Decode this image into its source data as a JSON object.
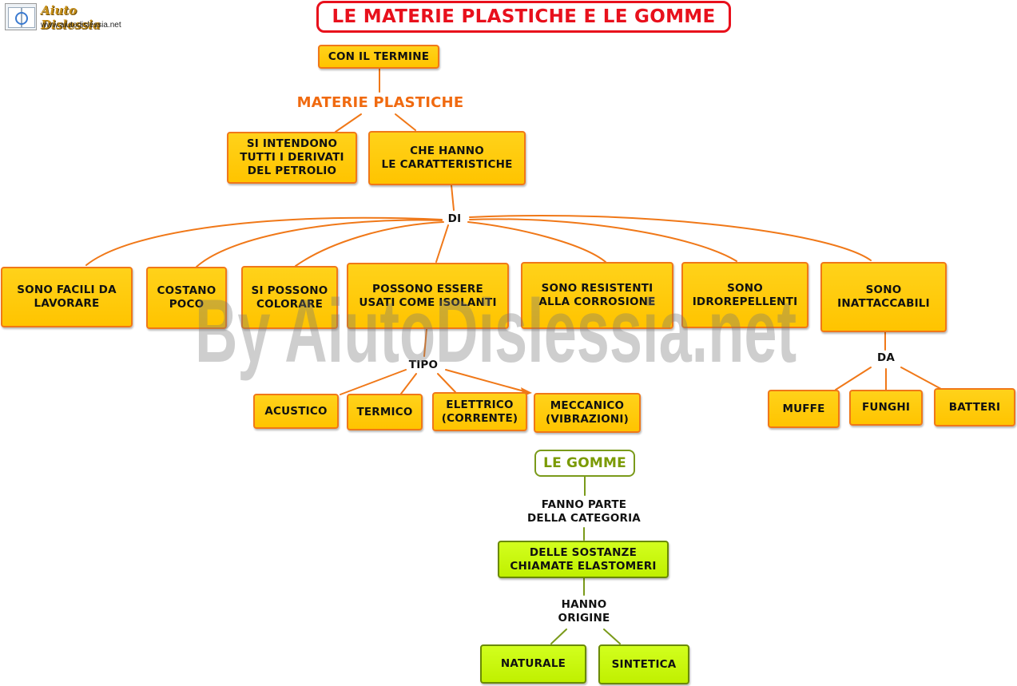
{
  "logo": {
    "name": "Aiuto Dislessia",
    "url": "www.aiutodislessia.net",
    "icon": "book-magnifier-icon"
  },
  "title": "LE MATERIE PLASTICHE E LE GOMME",
  "watermark": "By AiutoDislessia.net",
  "colors": {
    "title_red": "#e8101c",
    "box_orange_fill": "#ffc800",
    "box_orange_border": "#f07818",
    "link_orange": "#f07818",
    "heading_orange": "#f06a10",
    "box_green_fill": "#c8f800",
    "box_green_border": "#6a8a00",
    "link_green": "#7a9a1a"
  },
  "plastics": {
    "intro": "CON IL TERMINE",
    "heading": "MATERIE PLASTICHE",
    "definition": "SI INTENDONO\nTUTTI I DERIVATI\nDEL PETROLIO",
    "characteristics": "CHE HANNO\nLE CARATTERISTICHE",
    "connector_di": "DI",
    "properties": [
      "SONO FACILI DA\nLAVORARE",
      "COSTANO\nPOCO",
      "SI POSSONO\nCOLORARE",
      "POSSONO ESSERE\nUSATI COME ISOLANTI",
      "SONO RESISTENTI\nALLA CORROSIONE",
      "SONO\nIDROREPELLENTI",
      "SONO\nINATTACCABILI"
    ],
    "connector_tipo": "TIPO",
    "insulation_types": [
      "ACUSTICO",
      "TERMICO",
      "ELETTRICO\n(CORRENTE)",
      "MECCANICO\n(VIBRAZIONI)"
    ],
    "connector_da": "DA",
    "agents": [
      "MUFFE",
      "FUNGHI",
      "BATTERI"
    ]
  },
  "gomme": {
    "heading": "LE GOMME",
    "connector_category": "FANNO PARTE\nDELLA CATEGORIA",
    "category": "DELLE SOSTANZE\nCHIAMATE ELASTOMERI",
    "connector_origin": "HANNO\nORIGINE",
    "origins": [
      "NATURALE",
      "SINTETICA"
    ]
  }
}
